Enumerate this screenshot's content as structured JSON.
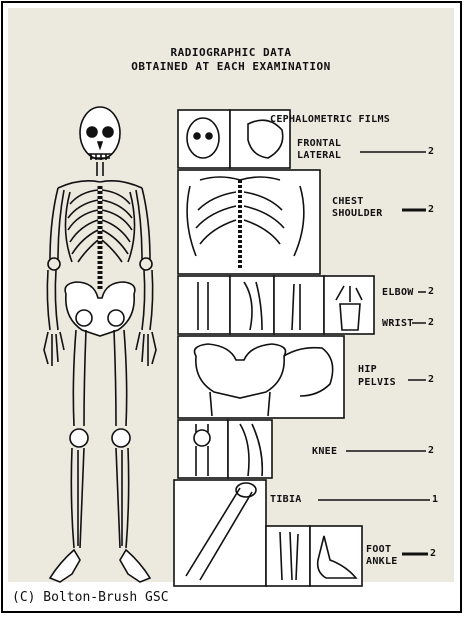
{
  "title": {
    "line1": "RADIOGRAPHIC DATA",
    "line2": "OBTAINED AT EACH EXAMINATION"
  },
  "labels": {
    "cephalometric": "CEPHALOMETRIC FILMS",
    "frontal": "FRONTAL",
    "lateral": "LATERAL",
    "chest": "CHEST",
    "shoulder": "SHOULDER",
    "elbow": "ELBOW",
    "wrist": "WRIST",
    "hip": "HIP",
    "pelvis": "PELVIS",
    "knee": "KNEE",
    "tibia": "TIBIA",
    "foot": "FOOT",
    "ankle": "ANKLE"
  },
  "counts": {
    "frontal_lateral": "2",
    "chest_shoulder": "2",
    "elbow": "2",
    "wrist": "2",
    "hip_pelvis": "2",
    "knee": "2",
    "tibia": "1",
    "foot_ankle": "2"
  },
  "copyright": "(C) Bolton-Brush GSC"
}
